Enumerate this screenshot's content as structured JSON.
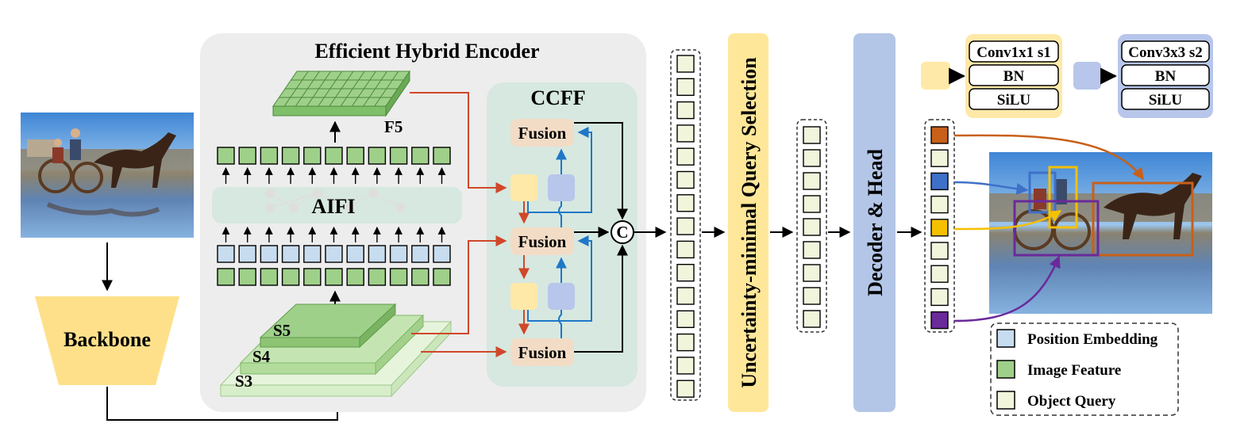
{
  "encoder": {
    "title": "Efficient Hybrid Encoder"
  },
  "feature_labels": {
    "f5": "F5",
    "s5": "S5",
    "s4": "S4",
    "s3": "S3"
  },
  "aifi": {
    "label": "AIFI"
  },
  "ccff": {
    "title": "CCFF",
    "fusion_label": "Fusion",
    "concat_label": "C"
  },
  "backbone": {
    "label": "Backbone"
  },
  "query_selection": {
    "label": "Uncertainty-minimal Query Selection"
  },
  "decoder": {
    "label": "Decoder & Head"
  },
  "blocks": {
    "conv1": {
      "title": "Conv1x1 s1",
      "bn": "BN",
      "act": "SiLU"
    },
    "conv3": {
      "title": "Conv3x3 s2",
      "bn": "BN",
      "act": "SiLU"
    }
  },
  "legend": {
    "position_embedding": "Position Embedding",
    "image_feature": "Image Feature",
    "object_query": "Object Query"
  },
  "colors": {
    "image_feature": "#9fd08a",
    "position_embedding": "#c7dcef",
    "object_query": "#f1f5dc",
    "conv1x1": "#ffe9a8",
    "conv3x3": "#b7c6ea",
    "fusion": "#f3dcc6",
    "ccff_bg": "#d6e8e0",
    "query_selection": "#ffe79a",
    "decoder": "#b4c6e7",
    "backbone": "#ffe08a",
    "arrow_red": "#d0472a",
    "arrow_blue": "#1f77c8",
    "query_orange": "#c8601a",
    "query_blue": "#3f70c8",
    "query_yellow": "#f5c000",
    "query_purple": "#6a2a9a"
  }
}
